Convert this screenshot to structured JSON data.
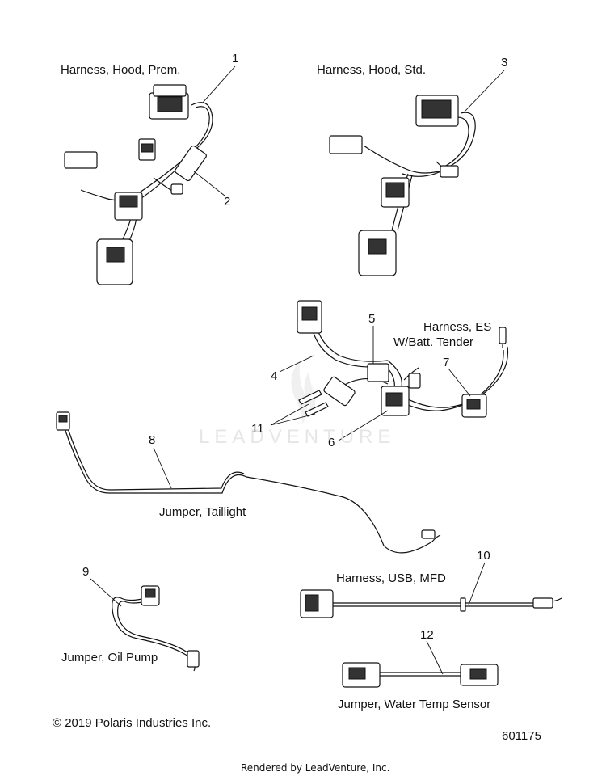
{
  "labels": {
    "hood_prem": "Harness, Hood, Prem.",
    "hood_std": "Harness, Hood, Std.",
    "es_line1": "Harness, ES",
    "es_line2": "W/Batt. Tender",
    "taillight": "Jumper, Taillight",
    "usb": "Harness, USB, MFD",
    "oil_pump": "Jumper, Oil Pump",
    "water_temp": "Jumper, Water Temp Sensor"
  },
  "callouts": [
    "1",
    "2",
    "3",
    "4",
    "5",
    "6",
    "7",
    "8",
    "9",
    "10",
    "11",
    "12"
  ],
  "watermark": "LEADVENTURE",
  "copyright": "© 2019 Polaris Industries Inc.",
  "figure_number": "601175",
  "rendered_by": "Rendered by LeadVenture, Inc."
}
